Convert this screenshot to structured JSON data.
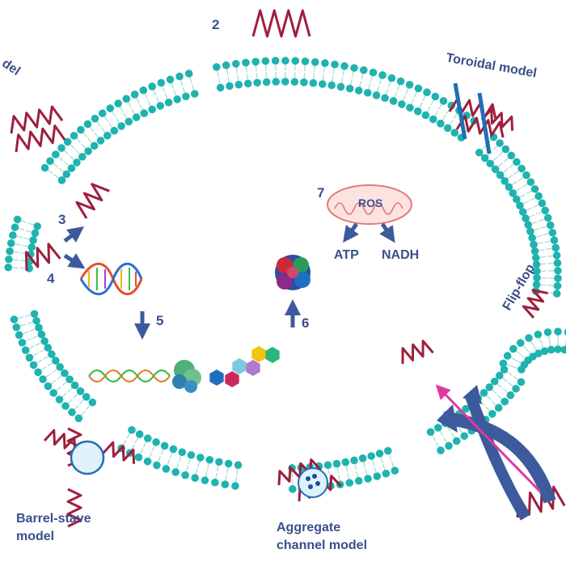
{
  "labels": {
    "step_2": "2",
    "step_3": "3",
    "step_4": "4",
    "step_5": "5",
    "step_6": "6",
    "step_7": "7",
    "model_left_partial": "del",
    "toroidal": "Toroidal model",
    "flip_flop": "Flip-flop",
    "barrel_line1": "Barrel-stave",
    "barrel_line2": "model",
    "aggregate_line1": "Aggregate",
    "aggregate_line2": "channel  model",
    "ros": "ROS",
    "atp": "ATP",
    "nadh": "NADH"
  },
  "colors": {
    "membrane_head": "#1fb3b0",
    "membrane_tail": "#a8dcd9",
    "peptide": "#9e1f3c",
    "arrow": "#3d5a9c",
    "label": "#3b4f8c",
    "pore_fill": "#dff1f9",
    "mito_outline": "#e07a7a",
    "magenta_arrow": "#e0389e"
  }
}
